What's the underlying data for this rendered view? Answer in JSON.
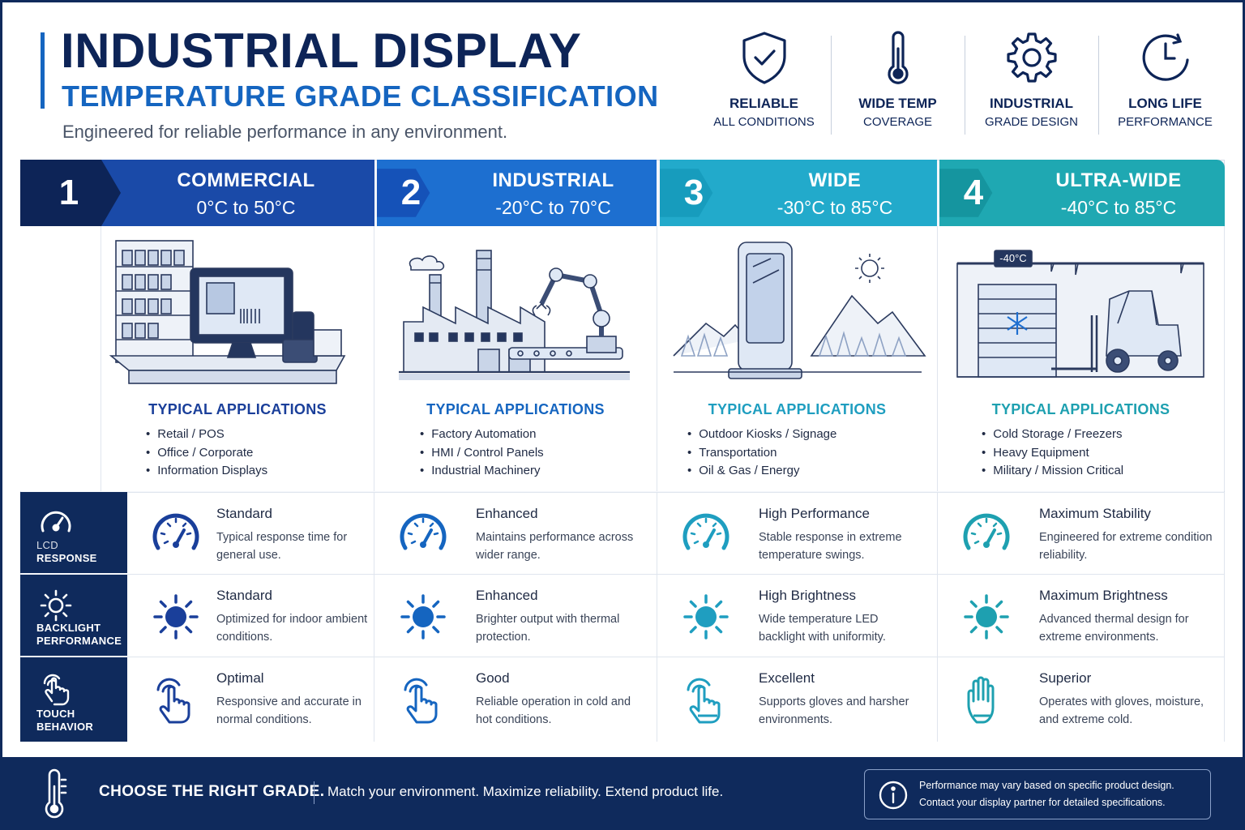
{
  "header": {
    "title": "INDUSTRIAL DISPLAY",
    "subtitle": "TEMPERATURE GRADE CLASSIFICATION",
    "tagline": "Engineered for reliable performance in any environment."
  },
  "features": [
    {
      "icon": "shield-check-icon",
      "line1": "RELIABLE",
      "line2": "ALL CONDITIONS"
    },
    {
      "icon": "thermometer-icon",
      "line1": "WIDE TEMP",
      "line2": "COVERAGE"
    },
    {
      "icon": "gear-icon",
      "line1": "INDUSTRIAL",
      "line2": "GRADE DESIGN"
    },
    {
      "icon": "clock-icon",
      "line1": "LONG LIFE",
      "line2": "PERFORMANCE"
    }
  ],
  "grades": [
    {
      "number": "1",
      "name": "COMMERCIAL",
      "range": "0°C to 50°C",
      "colors": {
        "dark": "#0d2457",
        "main": "#1a4aa8",
        "accent": "#1a3f9a"
      },
      "apps_title": "TYPICAL APPLICATIONS",
      "apps": [
        "Retail / POS",
        "Office / Corporate",
        "Information Displays"
      ],
      "lcd": {
        "title": "Standard",
        "desc": "Typical response time for general use."
      },
      "backlight": {
        "title": "Standard",
        "desc": "Optimized for indoor ambient conditions."
      },
      "touch": {
        "title": "Optimal",
        "desc": "Responsive and accurate in normal conditions."
      }
    },
    {
      "number": "2",
      "name": "INDUSTRIAL",
      "range": "-20°C to 70°C",
      "colors": {
        "dark": "#1552b8",
        "main": "#1d6fd0",
        "accent": "#1565c0"
      },
      "apps_title": "TYPICAL APPLICATIONS",
      "apps": [
        "Factory Automation",
        "HMI / Control Panels",
        "Industrial Machinery"
      ],
      "lcd": {
        "title": "Enhanced",
        "desc": "Maintains performance across wider range."
      },
      "backlight": {
        "title": "Enhanced",
        "desc": "Brighter output with thermal protection."
      },
      "touch": {
        "title": "Good",
        "desc": "Reliable operation in cold and hot conditions."
      }
    },
    {
      "number": "3",
      "name": "WIDE",
      "range": "-30°C to 85°C",
      "colors": {
        "dark": "#1a9fc0",
        "main": "#22aacb",
        "accent": "#1f9ec0"
      },
      "apps_title": "TYPICAL APPLICATIONS",
      "apps": [
        "Outdoor Kiosks / Signage",
        "Transportation",
        "Oil & Gas / Energy"
      ],
      "lcd": {
        "title": "High Performance",
        "desc": "Stable response in extreme temperature swings."
      },
      "backlight": {
        "title": "High Brightness",
        "desc": "Wide temperature LED backlight with uniformity."
      },
      "touch": {
        "title": "Excellent",
        "desc": "Supports gloves and harsher environments."
      }
    },
    {
      "number": "4",
      "name": "ULTRA-WIDE",
      "range": "-40°C to 85°C",
      "colors": {
        "dark": "#169aa8",
        "main": "#1fa8b2",
        "accent": "#1ea0b0"
      },
      "apps_title": "TYPICAL APPLICATIONS",
      "apps": [
        "Cold Storage / Freezers",
        "Heavy Equipment",
        "Military / Mission Critical"
      ],
      "lcd": {
        "title": "Maximum Stability",
        "desc": "Engineered for extreme condition reliability."
      },
      "backlight": {
        "title": "Maximum Brightness",
        "desc": "Advanced thermal design for extreme environments."
      },
      "touch": {
        "title": "Superior",
        "desc": "Operates with gloves, moisture, and extreme cold."
      }
    }
  ],
  "freezer_label": "-40°C",
  "rows": {
    "lcd": {
      "label1": "LCD",
      "label2": "RESPONSE",
      "icon": "gauge-icon"
    },
    "backlight": {
      "label1": "BACKLIGHT",
      "label2": "PERFORMANCE",
      "icon": "sun-icon"
    },
    "touch": {
      "label1": "TOUCH",
      "label2": "BEHAVIOR",
      "icon": "touch-hand-icon"
    }
  },
  "footer": {
    "headline": "CHOOSE THE RIGHT GRADE.",
    "slogan": "Match your environment. Maximize reliability. Extend product life.",
    "note_line1": "Performance may vary based on specific product design.",
    "note_line2": "Contact your display partner for detailed specifications."
  }
}
